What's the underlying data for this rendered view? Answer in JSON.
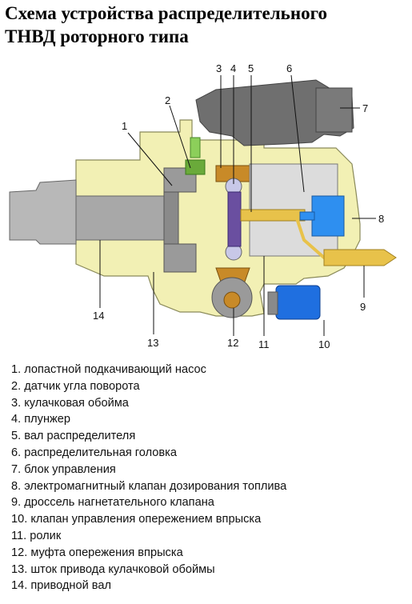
{
  "title": {
    "line1": "Схема устройства распределительного",
    "line2": "ТНВД роторного типа"
  },
  "callouts": [
    "1",
    "2",
    "3",
    "4",
    "5",
    "6",
    "7",
    "8",
    "9",
    "10",
    "11",
    "12",
    "13",
    "14"
  ],
  "legend": [
    "1. лопастной подкачивающий насос",
    "2. датчик угла поворота",
    "3. кулачковая обойма",
    "4. плунжер",
    "5. вал распределителя",
    "6. распределительная головка",
    "7. блок управления",
    "8. электромагнитный клапан дозирования топлива",
    "9. дроссель нагнетательного клапана",
    "10. клапан управления опережением впрыска",
    "11. ролик",
    "12. муфта опережения впрыска",
    "13. шток привода кулачковой обоймы",
    "14. приводной вал"
  ],
  "colors": {
    "housing": "#f2f0b4",
    "control_unit": "#6f6f6f",
    "metal": "#b8b8b8",
    "cam_ring": "#c88a28",
    "plunger": "#6a4fa0",
    "solenoid": "#2e8ff0",
    "timing_valve": "#1f6fe0",
    "fuel_line": "#e8c24a"
  }
}
